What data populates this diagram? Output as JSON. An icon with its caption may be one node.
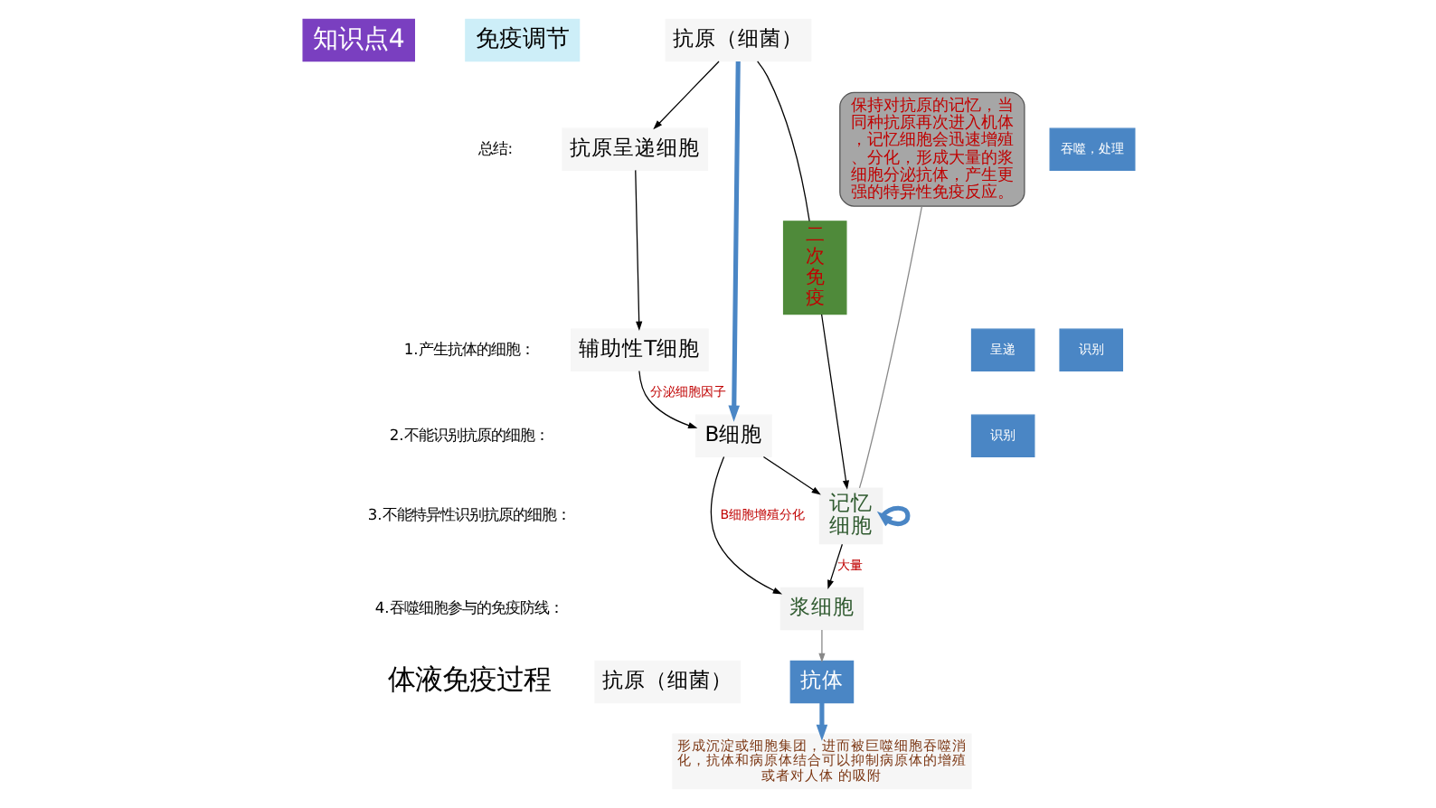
{
  "diagram": {
    "nodes": [
      {
        "text": [
          "抗原（细菌）"
        ]
      },
      {
        "text": [
          "抗原呈递细胞"
        ]
      },
      {
        "text": [
          "辅助性T细胞"
        ]
      },
      {
        "text": [
          "B细胞"
        ]
      },
      {
        "text": [
          "浆细胞"
        ]
      },
      {
        "text": [
          "记忆细胞"
        ]
      },
      {
        "text": [
          "抗原（细菌）"
        ]
      },
      {
        "text": [
          "抗体"
        ]
      },
      {
        "text": [
          "形成沉淀或细胞集团，进而被巨噬细胞吞噬消化，抗体和病原体结合可以抑制病原体的增殖或者对人体 的吸附"
        ]
      },
      {
        "text": [
          "保持对抗原的记忆，当同种抗原再次进入机体，记忆细胞会迅速增殖、分化，形成大量的浆细胞分泌抗体，产生更强的特异性免疫反应。"
        ]
      },
      {
        "text": [
          "二次免疫"
        ]
      },
      {
        "text": [
          "吞噬，处理"
        ]
      },
      {
        "text": [
          "呈递"
        ]
      },
      {
        "text": [
          "识别"
        ]
      },
      {
        "text": [
          "识别"
        ]
      }
    ],
    "edges": [
      {
        "from": 0,
        "to": 1,
        "arrow": "to"
      },
      {
        "from": 1,
        "to": 2,
        "arrow": "to"
      },
      {
        "from": 2,
        "to": 3,
        "label": "分泌细胞因子",
        "arrow": "to"
      },
      {
        "from": 0,
        "to": 3,
        "arrow": "to",
        "style": "thick",
        "color": "#4a86c5"
      },
      {
        "from": 3,
        "to": 4,
        "label": "B细胞增殖分化",
        "arrow": "to"
      },
      {
        "from": 3,
        "to": 5,
        "arrow": "to"
      },
      {
        "from": 5,
        "to": 4,
        "label": "大量",
        "arrow": "to"
      },
      {
        "from": 5,
        "to": 5,
        "arrow": "to",
        "style": "thick",
        "color": "#4a86c5"
      },
      {
        "from": 4,
        "to": 7,
        "arrow": "to",
        "color": "#888888"
      },
      {
        "from": 7,
        "to": 8,
        "arrow": "to",
        "style": "thick",
        "color": "#4a86c5"
      },
      {
        "from": 0,
        "to": 10,
        "arrow": "none"
      },
      {
        "from": 10,
        "to": 5,
        "arrow": "to"
      },
      {
        "from": 9,
        "to": 5,
        "arrow": "none",
        "color": "#888888"
      }
    ],
    "labels": [
      "知识点4",
      "免疫调节",
      "总结:",
      "1.产生抗体的细胞：",
      "2.不能识别抗原的细胞：",
      "3.不能特异性识别抗原的细胞：",
      "4.吞噬细胞参与的免疫防线：",
      "体液免疫过程"
    ]
  }
}
